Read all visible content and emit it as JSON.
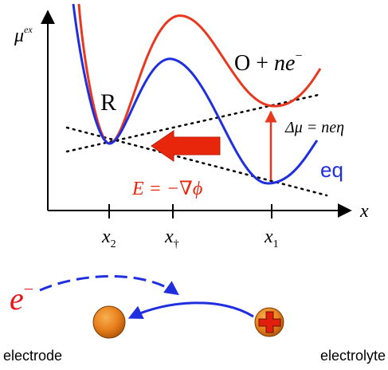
{
  "labels": {
    "mu": "μ",
    "mu_sup": "ex",
    "axis_x": "x",
    "R": "R",
    "O_plus": "O + ",
    "ne": "ne",
    "minus_sup": "−",
    "delta_mu": "Δμ = neη",
    "eq": "eq",
    "field_prefix": "E = −∇",
    "field_phi": "ϕ",
    "tick_x2": "x",
    "tick_x2_sub": "2",
    "tick_xd": "x",
    "tick_xd_sub": "†",
    "tick_x1": "x",
    "tick_x1_sub": "1",
    "electron": "e",
    "electron_sup": "−",
    "electrode": "electrode",
    "electrolyte": "electrolyte"
  },
  "colors": {
    "red_curve": "#e8381f",
    "blue_curve": "#1f2fe0",
    "field_arrow": "#e8260c",
    "axis": "#000000",
    "electrode_ball": "#e8801c",
    "electrolyte_ball": "#e8801c",
    "plus_sign": "#e21f0c",
    "electron_text": "#e8141a",
    "eq_text": "#1f2fe0"
  }
}
